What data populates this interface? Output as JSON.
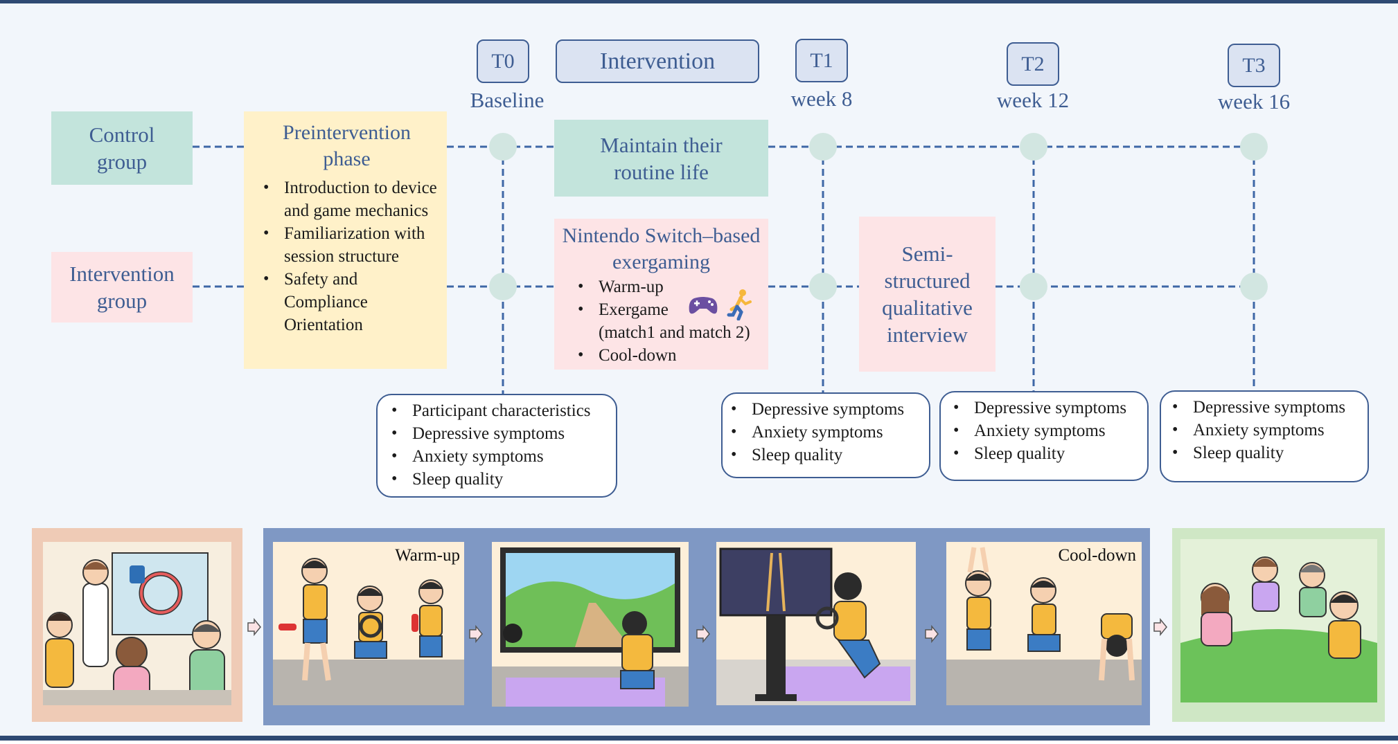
{
  "timepoints": [
    {
      "code": "T0",
      "caption": "Baseline"
    },
    {
      "code": "T1",
      "caption": "week 8"
    },
    {
      "code": "T2",
      "caption": "week 12"
    },
    {
      "code": "T3",
      "caption": "week 16"
    }
  ],
  "intervention_header": "Intervention",
  "groups": {
    "control": "Control group",
    "intervention": "Intervention group"
  },
  "preintervention": {
    "title": "Preintervention phase",
    "items": [
      "Introduction to device and game mechanics",
      "Familiarization with session structure",
      "Safety and Compliance Orientation"
    ]
  },
  "control_activity": "Maintain their routine life",
  "exergaming": {
    "title": "Nintendo Switch–based exergaming",
    "items": [
      "Warm-up",
      "Exergame",
      "(match1 and match 2)",
      "Cool-down"
    ]
  },
  "interview": "Semi-structured qualitative interview",
  "measures": {
    "t0": [
      "Participant characteristics",
      "Depressive symptoms",
      "Anxiety symptoms",
      "Sleep quality"
    ],
    "t1": [
      "Depressive symptoms",
      "Anxiety symptoms",
      "Sleep quality"
    ],
    "t2": [
      "Depressive symptoms",
      "Anxiety symptoms",
      "Sleep quality"
    ],
    "t3": [
      "Depressive symptoms",
      "Anxiety symptoms",
      "Sleep quality"
    ]
  },
  "illustration_labels": {
    "warmup": "Warm-up",
    "cooldown": "Cool-down"
  },
  "colors": {
    "accent_blue": "#3e5d92",
    "control_green": "#c3e4dc",
    "intervention_pink": "#fde4e6",
    "pre_yellow": "#fff1c9",
    "node": "#d2e6e1",
    "panel_blue": "#7f98c4"
  }
}
